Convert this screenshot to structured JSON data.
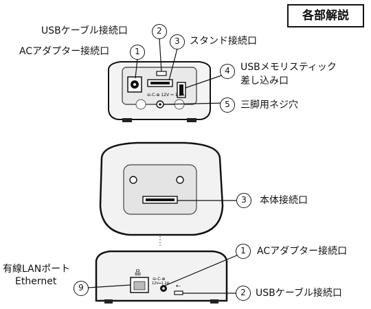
{
  "title": "各部解説",
  "labels": {
    "usb_cable_port_top": "USBケーブル接続口",
    "ac_adapter_port_top": "ACアダプター接続口",
    "stand_port": "スタンド接続口",
    "usb_memory_port_line1": "USBメモリスティック",
    "usb_memory_port_line2": "差し込み口",
    "tripod_screw_hole": "三脚用ネジ穴",
    "body_port": "本体接続口",
    "ac_adapter_port_stand": "ACアダプター接続口",
    "usb_cable_port_stand": "USBケーブル接続口",
    "lan_port_line1": "有線LANポート",
    "lan_port_line2": "Ethernet"
  },
  "numbers": {
    "n1_top": "1",
    "n2_top": "2",
    "n3_top": "3",
    "n4": "4",
    "n5": "5",
    "n3_mid": "3",
    "n1_stand": "1",
    "n2_stand": "2",
    "n9": "9"
  },
  "device_print": {
    "power_spec": "12V ⎓ 1.2A",
    "power_polarity": "⊖-C-⊕"
  }
}
